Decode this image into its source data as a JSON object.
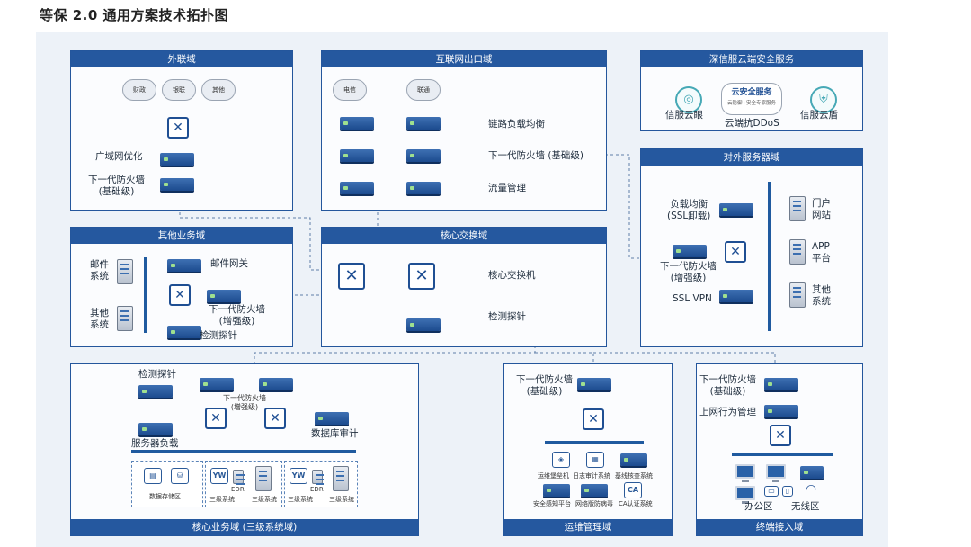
{
  "page_title": "等保 2.0 通用方案技术拓扑图",
  "zones": {
    "external": {
      "title": "外联域",
      "clouds": [
        "财政",
        "银联",
        "其他"
      ],
      "labels": {
        "wan_opt": "广域网优化",
        "ngfw": "下一代防火墙\n(基础级)"
      }
    },
    "internet": {
      "title": "互联网出口域",
      "clouds": [
        "电信",
        "联通"
      ],
      "labels": {
        "lb": "链路负载均衡",
        "ngfw": "下一代防火墙 (基础级)",
        "traffic": "流量管理"
      }
    },
    "cloud_service": {
      "title": "深信服云端安全服务",
      "items": {
        "left": "信服云眼",
        "center_title": "云安全服务",
        "center_sub": "云防御+安全专家服务",
        "center_label": "云端抗DDoS",
        "right": "信服云盾"
      }
    },
    "other_business": {
      "title": "其他业务域",
      "labels": {
        "mail_sys": "邮件\n系统",
        "other_sys": "其他\n系统",
        "mail_gw": "邮件网关",
        "ngfw": "下一代防火墙\n(增强级)",
        "probe": "检测探针"
      }
    },
    "core_switch": {
      "title": "核心交换域",
      "labels": {
        "core": "核心交换机",
        "probe": "检测探针"
      }
    },
    "external_service": {
      "title": "对外服务器域",
      "labels": {
        "lb": "负载均衡\n(SSL卸载)",
        "ngfw": "下一代防火墙\n(增强级)",
        "vpn": "SSL VPN",
        "portal": "门户\n网站",
        "app": "APP\n平台",
        "other": "其他\n系统"
      }
    },
    "core_business": {
      "title": "核心业务域 (三级系统域)",
      "labels": {
        "probe": "检测探针",
        "ngfw": "下一代防火墙\n(增强级)",
        "slb": "服务器负载",
        "db_audit": "数据库审计",
        "storage": "数据存储区",
        "sys1": "三级系统",
        "sys2": "三级系统",
        "sys3": "三级系统",
        "sys4": "三级系统",
        "edr1": "EDR",
        "edr2": "EDR",
        "yw1": "YW",
        "yw2": "YW"
      }
    },
    "ops": {
      "title": "运维管理域",
      "labels": {
        "ngfw": "下一代防火墙\n(基础级)",
        "bastion": "运维堡垒机",
        "log_audit": "日志审计系统",
        "baseline": "基线核查系统",
        "sec_platform": "安全感知平台",
        "antivirus": "网络版防病毒",
        "ca": "CA认证系统",
        "ca_icon": "CA"
      }
    },
    "terminal": {
      "title": "终端接入域",
      "labels": {
        "ngfw": "下一代防火墙\n(基础级)",
        "behavior": "上网行为管理",
        "office": "办公区",
        "wireless": "无线区"
      }
    }
  }
}
